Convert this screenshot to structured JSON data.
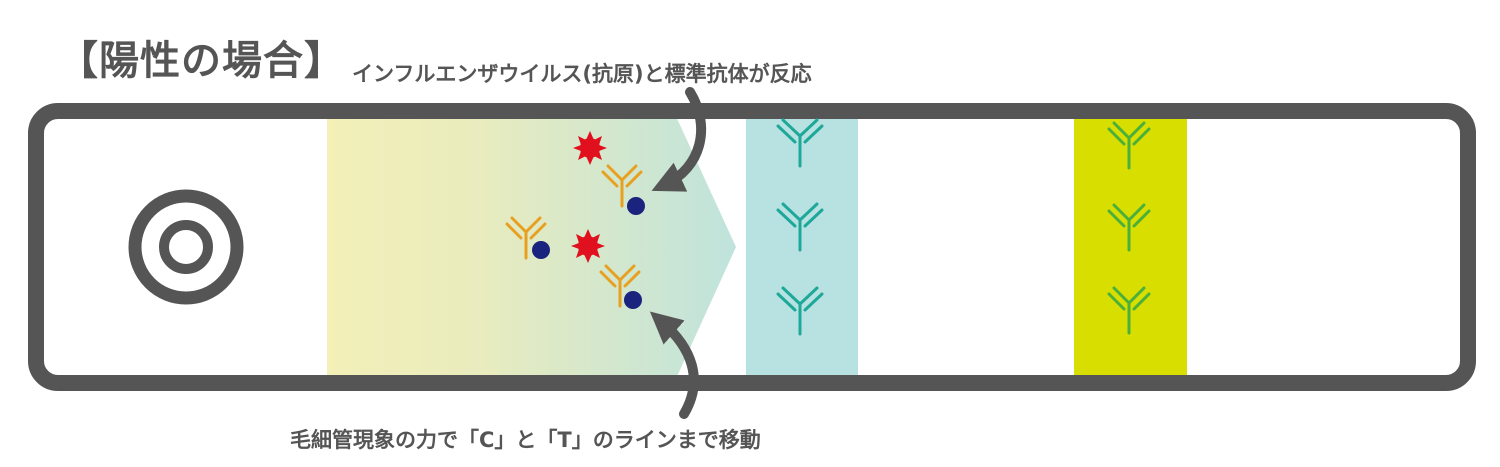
{
  "title": "【陽性の場合】",
  "annotation_top": "インフルエンザウイルス(抗原)と標準抗体が反応",
  "annotation_bottom": "毛細管現象の力で「C」と「T」のラインまで移動",
  "colors": {
    "frame": "#555555",
    "antibody": "#e8a020",
    "virus": "#e0101e",
    "gold_particle": "#1a237e",
    "test_band": "#b8e2e2",
    "test_antibody": "#1ea89a",
    "control_band": "#d8df00",
    "control_antibody": "#4caf3a",
    "gradient_start": "#f3f0b8",
    "gradient_end": "#bfe3dc"
  }
}
